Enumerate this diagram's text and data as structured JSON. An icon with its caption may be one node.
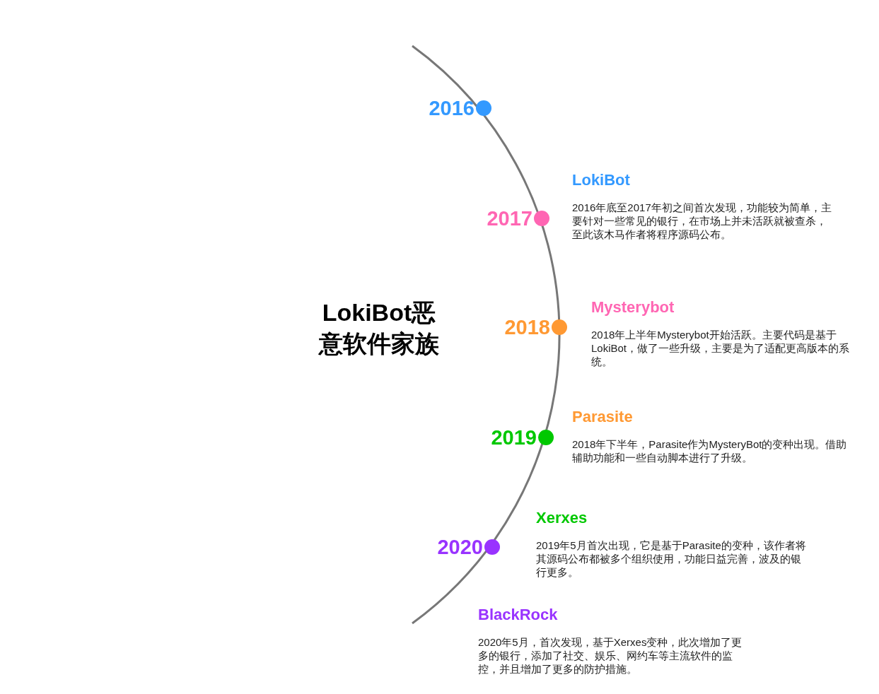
{
  "diagram": {
    "title": "LokiBot恶意软件家族",
    "nodes": [
      {
        "text": [
          "2016"
        ]
      },
      {
        "text": [
          "2017"
        ]
      },
      {
        "text": [
          "2018"
        ]
      },
      {
        "text": [
          "2019"
        ]
      },
      {
        "text": [
          "2020"
        ]
      },
      {
        "text": [
          "LokiBot",
          "2016年底至2017年初之间首次发现，功能较为简单，主要针对一些常见的银行，在市场上并未活跃就被查杀，至此该木马作者将程序源码公布。"
        ]
      },
      {
        "text": [
          "Mysterybot",
          "2018年上半年Mysterybot开始活跃。主要代码是基于LokiBot，做了一些升级，主要是为了适配更高版本的系统。"
        ]
      },
      {
        "text": [
          "Parasite",
          "2018年下半年，Parasite作为MysteryBot的变种出现。借助辅助功能和一些自动脚本进行了升级。"
        ]
      },
      {
        "text": [
          "Xerxes",
          "2019年5月首次出现，它是基于Parasite的变种，该作者将其源码公布都被多个组织使用，功能日益完善，波及的银行更多。"
        ]
      },
      {
        "text": [
          "BlackRock",
          "2020年5月，首次发现，基于Xerxes变种，此次增加了更多的银行，添加了社交、娱乐、网约车等主流软件的监控，并且增加了更多的防护措施。"
        ]
      }
    ]
  }
}
